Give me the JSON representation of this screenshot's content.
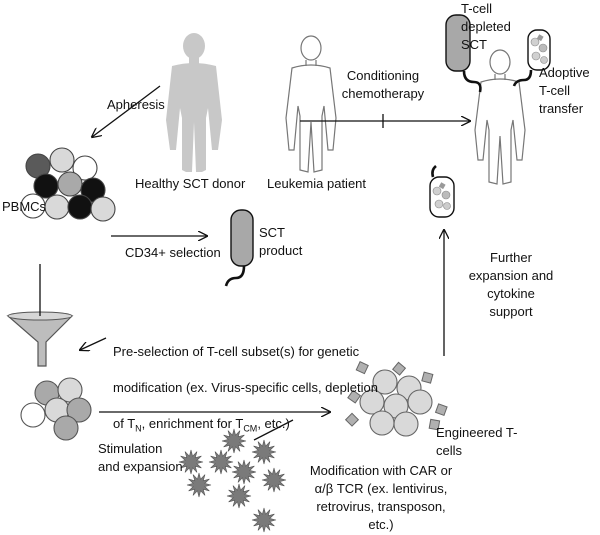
{
  "labels": {
    "t_cell_depleted_sct": "T-cell\ndepleted\nSCT",
    "adoptive_transfer": "Adoptive\nT-cell\ntransfer",
    "conditioning": "Conditioning\nchemotherapy",
    "apheresis": "Apheresis",
    "healthy_donor": "Healthy SCT donor",
    "leukemia_patient": "Leukemia patient",
    "pbmcs": "PBMCs",
    "cd34_selection": "CD34+ selection",
    "sct_product": "SCT\nproduct",
    "further_expansion": "Further\nexpansion and\ncytokine\nsupport",
    "preselection_line1": "Pre-selection of T-cell subset(s) for genetic",
    "preselection_line2": "modification (ex. Virus-specific cells, depletion",
    "preselection_line3_pre": "of T",
    "preselection_sub_n": "N",
    "preselection_line3_mid": ", enrichment for T",
    "preselection_sub_cm": "CM",
    "preselection_line3_post": ", etc.)",
    "engineered": "Engineered T-\ncells",
    "stimulation": "Stimulation\nand expansion",
    "modification": "Modification with CAR or\nα/β TCR (ex. lentivirus,\nretrovirus, transposon,\netc.)"
  },
  "colors": {
    "silhouette_gray": "#c8c8c8",
    "cell_light": "#d9d9d9",
    "cell_mid": "#a9a9a9",
    "cell_dark": "#5a5a5a",
    "cell_black": "#111111",
    "bag_fill": "#a8a8a8",
    "star_fill": "#7a7a7a",
    "diamond_fill": "#b0b0b0",
    "funnel_fill": "#bdbdbd"
  }
}
